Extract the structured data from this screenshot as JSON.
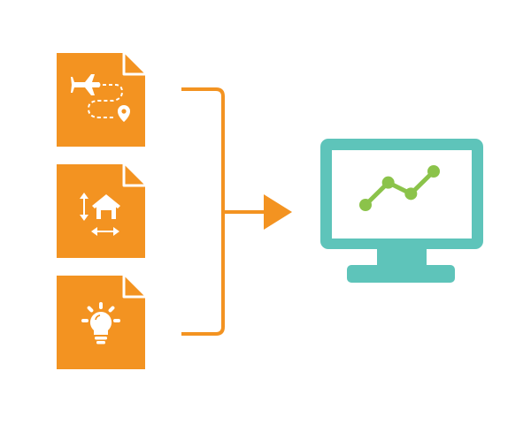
{
  "colors": {
    "background": "#ffffff",
    "document": "#F39321",
    "document_fold": "#ffffff",
    "icon": "#ffffff",
    "connector": "#F39321",
    "monitor": "#5EC4BA",
    "screen": "#ffffff",
    "trend": "#8BC34A"
  },
  "documents": [
    {
      "icon": "flight-route-icon"
    },
    {
      "icon": "house-dimensions-icon"
    },
    {
      "icon": "lightbulb-icon"
    }
  ],
  "monitor": {
    "icon": "monitor-icon",
    "chart_icon": "line-trend-icon",
    "trend_points": [
      1,
      3,
      2,
      4
    ]
  }
}
